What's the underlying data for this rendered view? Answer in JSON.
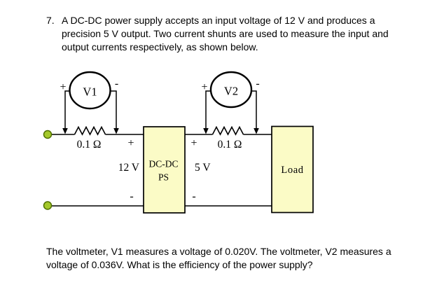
{
  "intro": {
    "number": "7.",
    "lines": [
      "A DC-DC power supply accepts an input voltage of 12 V and produces a",
      "precision 5 V output. Two current shunts are used to measure the input and",
      "output currents respectively, as shown below."
    ]
  },
  "circuit": {
    "voltmeter1": {
      "label": "V1",
      "plus": "+",
      "minus": "-"
    },
    "voltmeter2": {
      "label": "V2",
      "plus": "+",
      "minus": "-"
    },
    "shunt1": {
      "value": "0.1 Ω"
    },
    "shunt2": {
      "value": "0.1 Ω"
    },
    "supply": {
      "name_line1": "DC-DC",
      "name_line2": "PS",
      "input_plus": "+",
      "input_voltage": "12 V",
      "input_minus": "-",
      "output_plus": "+",
      "output_voltage": "5 V",
      "output_minus": "-"
    },
    "load": {
      "label": "Load"
    },
    "colors": {
      "box_fill": "#FBFBC6",
      "box_stroke": "#000000",
      "wire": "#000000",
      "terminal_fill": "#A5C92B",
      "terminal_stroke": "#4F7000"
    }
  },
  "question": {
    "lines": [
      "The voltmeter, V1 measures a voltage of 0.020V. The voltmeter, V2 measures a",
      "voltage of 0.036V. What is the efficiency of the power supply?"
    ]
  }
}
